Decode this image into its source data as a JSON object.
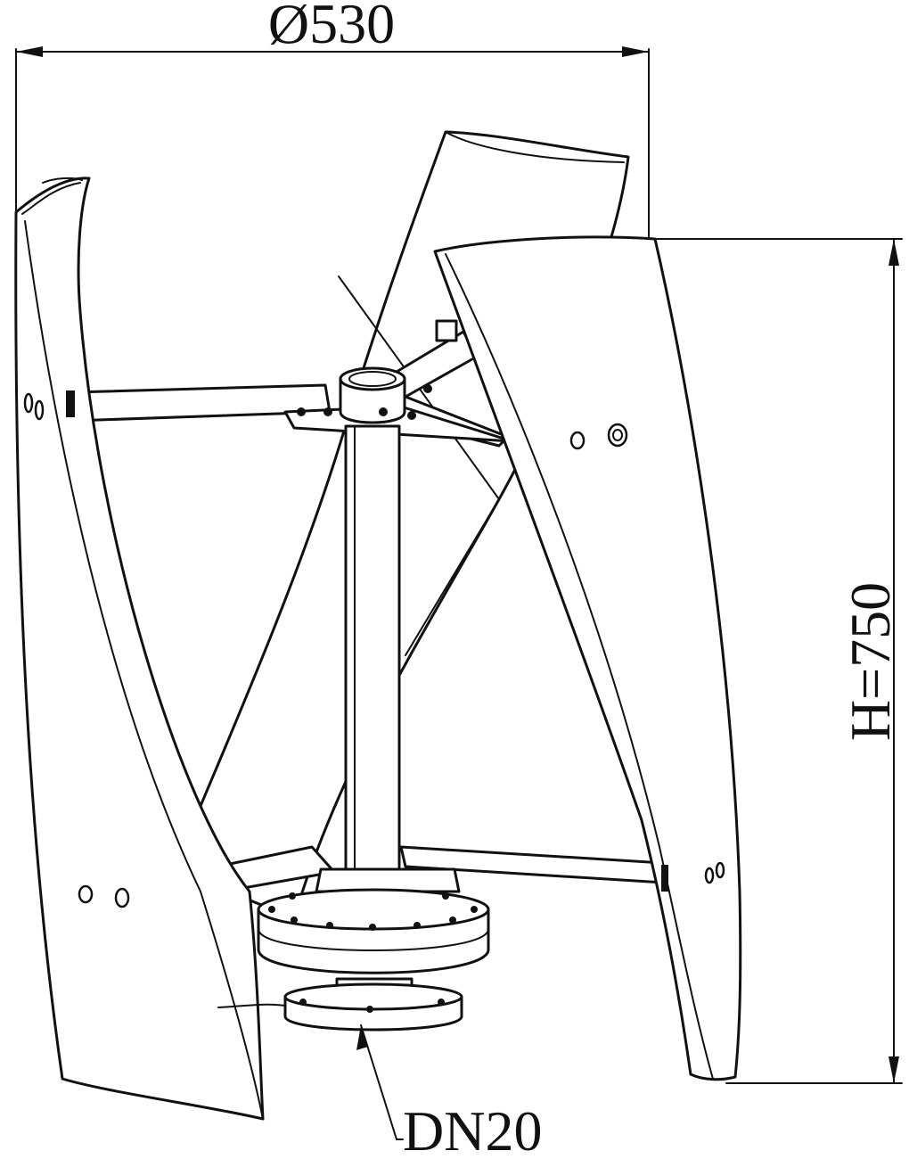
{
  "dimensions": {
    "diameter": "Ø530",
    "height": "H=750",
    "flange": "DN20"
  },
  "colors": {
    "line": "#111111",
    "background": "#ffffff"
  }
}
